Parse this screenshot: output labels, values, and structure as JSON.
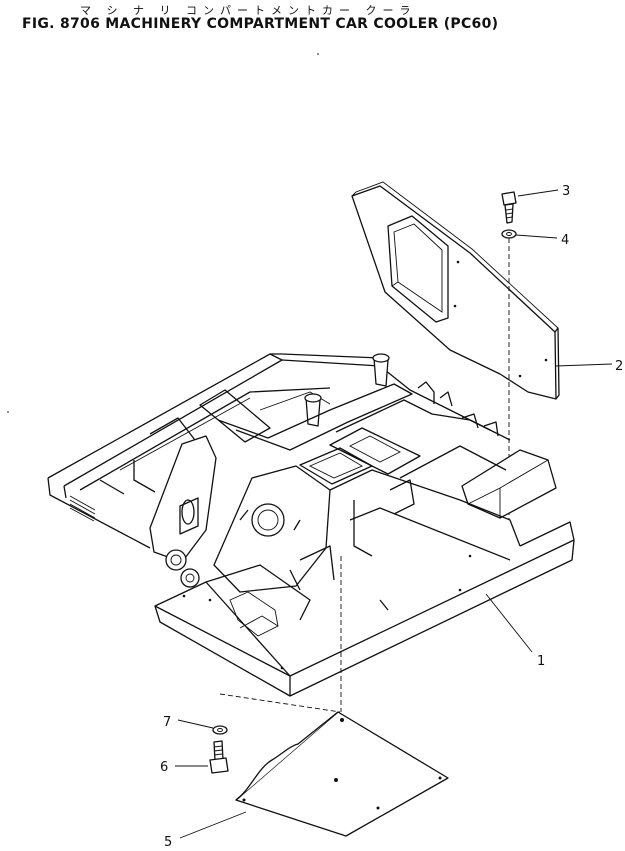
{
  "header": {
    "japanese_title": "マ シ ナ リ コンパートメントカー クーラ",
    "figure_title": "FIG. 8706  MACHINERY COMPARTMENT CAR COOLER (PC60)"
  },
  "callouts": [
    {
      "number": "1",
      "part": "frame"
    },
    {
      "number": "2",
      "part": "cover"
    },
    {
      "number": "3",
      "part": "bolt"
    },
    {
      "number": "4",
      "part": "washer"
    },
    {
      "number": "5",
      "part": "plate"
    },
    {
      "number": "6",
      "part": "bolt"
    },
    {
      "number": "7",
      "part": "washer"
    }
  ]
}
